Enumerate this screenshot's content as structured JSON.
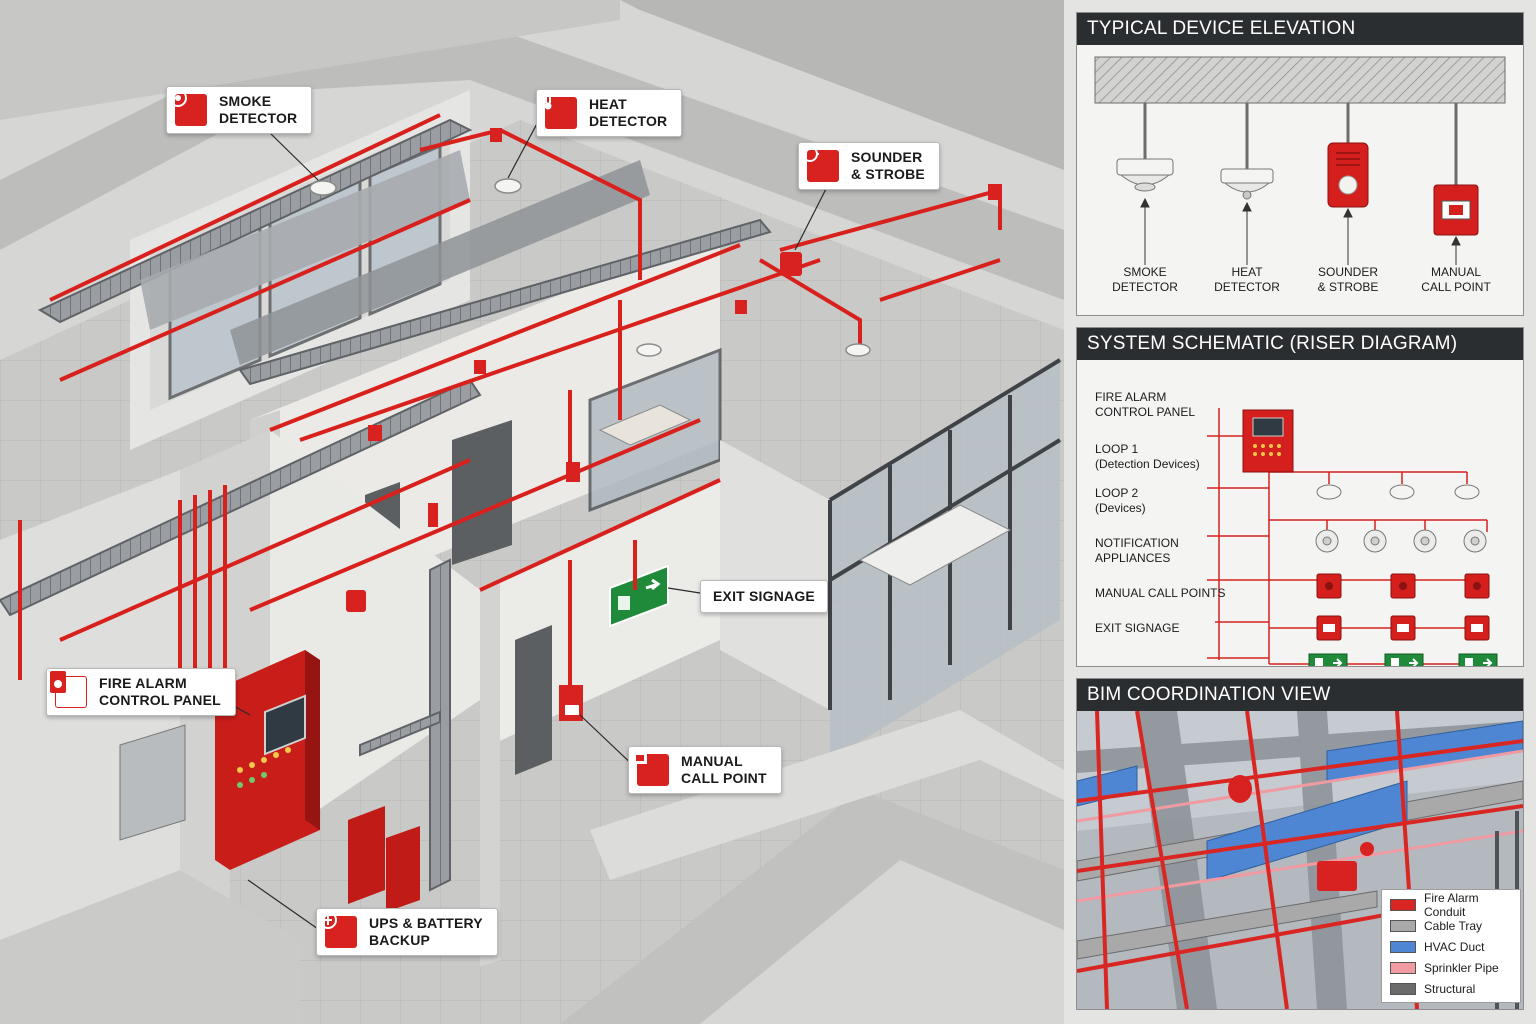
{
  "scene": {
    "callouts": [
      {
        "id": "smoke",
        "label": "SMOKE\nDETECTOR",
        "icon": "smoke-detector-icon"
      },
      {
        "id": "heat",
        "label": "HEAT\nDETECTOR",
        "icon": "thermometer-icon"
      },
      {
        "id": "sounder",
        "label": "SOUNDER\n& STROBE",
        "icon": "sounder-icon"
      },
      {
        "id": "exit",
        "label": "EXIT SIGNAGE",
        "icon": ""
      },
      {
        "id": "facp",
        "label": "FIRE ALARM\nCONTROL PANEL",
        "icon": "control-panel-icon"
      },
      {
        "id": "mcp",
        "label": "MANUAL\nCALL POINT",
        "icon": "call-point-icon"
      },
      {
        "id": "ups",
        "label": "UPS & BATTERY\nBACKUP",
        "icon": "battery-icon"
      }
    ]
  },
  "panels": {
    "elevation": {
      "title": "TYPICAL DEVICE ELEVATION",
      "devices": [
        {
          "label": "SMOKE\nDETECTOR",
          "icon": "smoke-detector-icon"
        },
        {
          "label": "HEAT\nDETECTOR",
          "icon": "heat-detector-icon"
        },
        {
          "label": "SOUNDER\n& STROBE",
          "icon": "sounder-strobe-icon"
        },
        {
          "label": "MANUAL\nCALL POINT",
          "icon": "manual-call-point-icon"
        }
      ]
    },
    "schematic": {
      "title": "SYSTEM SCHEMATIC (RISER DIAGRAM)",
      "rows": [
        {
          "label": "FIRE ALARM\nCONTROL PANEL"
        },
        {
          "label": "LOOP 1\n(Detection Devices)"
        },
        {
          "label": "LOOP 2\n(Devices)"
        },
        {
          "label": "NOTIFICATION\nAPPLIANCES"
        },
        {
          "label": "MANUAL CALL POINTS"
        },
        {
          "label": "EXIT SIGNAGE"
        }
      ]
    },
    "bim": {
      "title": "BIM COORDINATION VIEW",
      "legend": [
        {
          "label": "Fire Alarm Conduit",
          "color": "#d92622"
        },
        {
          "label": "Cable Tray",
          "color": "#a9a9a9"
        },
        {
          "label": "HVAC Duct",
          "color": "#4f86d4"
        },
        {
          "label": "Sprinkler Pipe",
          "color": "#f09aa2"
        },
        {
          "label": "Structural",
          "color": "#6b6b6b"
        }
      ]
    }
  },
  "colors": {
    "fire_red": "#d7221f",
    "header_dark": "#2b2e31",
    "concrete": "#cfcfcd",
    "exit_green": "#1e8a3a",
    "duct_blue": "#4f86d4"
  }
}
